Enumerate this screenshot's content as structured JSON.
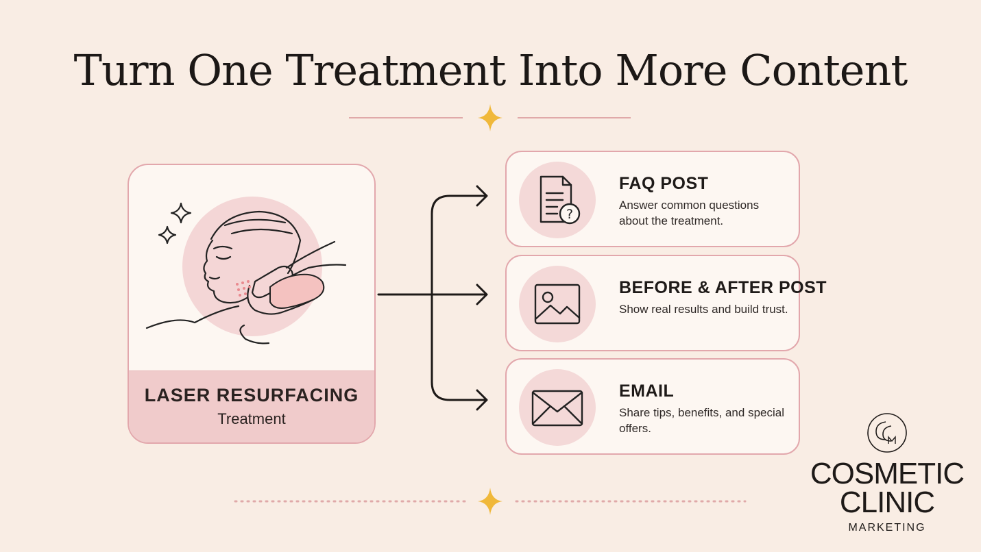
{
  "title": "Turn One Treatment Into More Content",
  "treatment": {
    "name": "LASER RESURFACING",
    "subtitle": "Treatment"
  },
  "outputs": [
    {
      "title": "FAQ POST",
      "description": "Answer common questions about the treatment.",
      "icon": "faq-document-icon"
    },
    {
      "title": "BEFORE & AFTER POST",
      "description": "Show real results and build trust.",
      "icon": "image-icon"
    },
    {
      "title": "EMAIL",
      "description": "Share tips, benefits, and special offers.",
      "icon": "envelope-icon"
    }
  ],
  "logo": {
    "monogram": "CCM",
    "line1": "COSMETIC",
    "line2": "CLINIC",
    "line3": "MARKETING"
  },
  "colors": {
    "background": "#f9ede4",
    "card_border": "#e2a7ac",
    "card_fill": "#fdf7f2",
    "accent_pink": "#f0cbcb",
    "star_gold": "#f0b83a",
    "ink": "#1e1a18"
  }
}
